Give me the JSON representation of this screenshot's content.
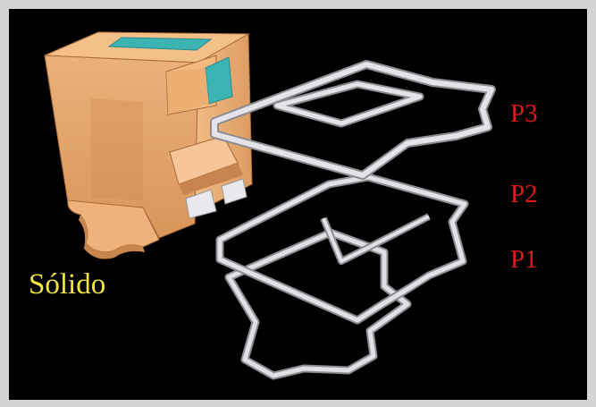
{
  "labels": {
    "solid": "Sólido",
    "p3": "P3",
    "p2": "P2",
    "p1": "P1"
  },
  "colors": {
    "background": "#000000",
    "frame": "#d4d4d4",
    "solid_body": "#e8a868",
    "solid_shadow": "#c07e48",
    "window_cyan": "#3cb4b4",
    "layer_top": "#d8d8dc",
    "layer_side": "#9a9aa0",
    "label_red": "#e01818",
    "label_yellow": "#f2e640"
  }
}
